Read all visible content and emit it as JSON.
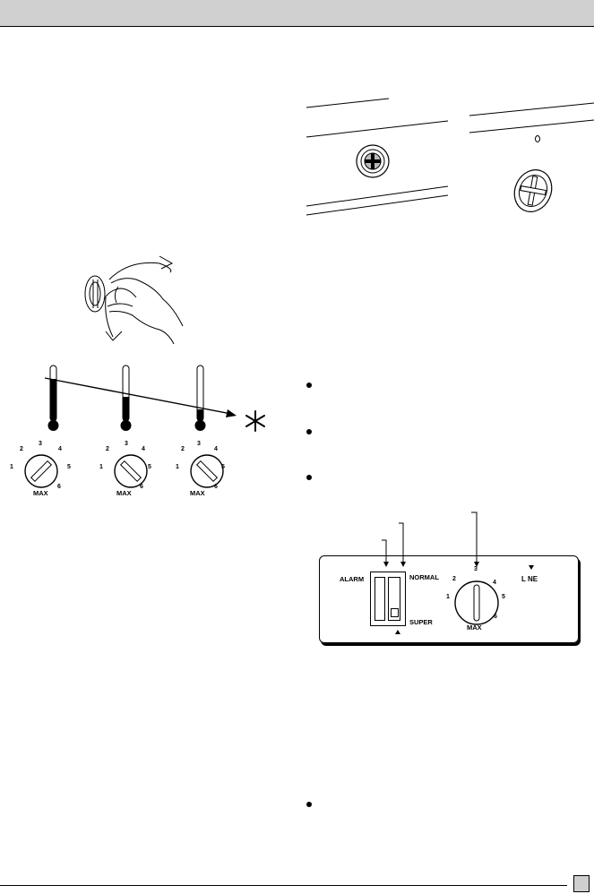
{
  "header": {
    "fill": "#d0d0d0"
  },
  "dials": [
    {
      "numbers": [
        "1",
        "2",
        "3",
        "4",
        "5",
        "6"
      ],
      "label": "MAX"
    },
    {
      "numbers": [
        "1",
        "2",
        "3",
        "4",
        "5",
        "6"
      ],
      "label": "MAX"
    },
    {
      "numbers": [
        "1",
        "2",
        "3",
        "4",
        "5",
        "6"
      ],
      "label": "MAX"
    }
  ],
  "control_panel": {
    "alarm_label": "ALARM",
    "normal_label": "NORMAL",
    "super_label": "SUPER",
    "line_label": "L NE",
    "dial_numbers": [
      "1",
      "2",
      "3",
      "4",
      "5",
      "6"
    ],
    "dial_label": "MAX"
  },
  "icons": {
    "snowflake": "snowflake-icon",
    "thermometers": [
      "thermometer-icon",
      "thermometer-icon",
      "thermometer-icon"
    ]
  }
}
